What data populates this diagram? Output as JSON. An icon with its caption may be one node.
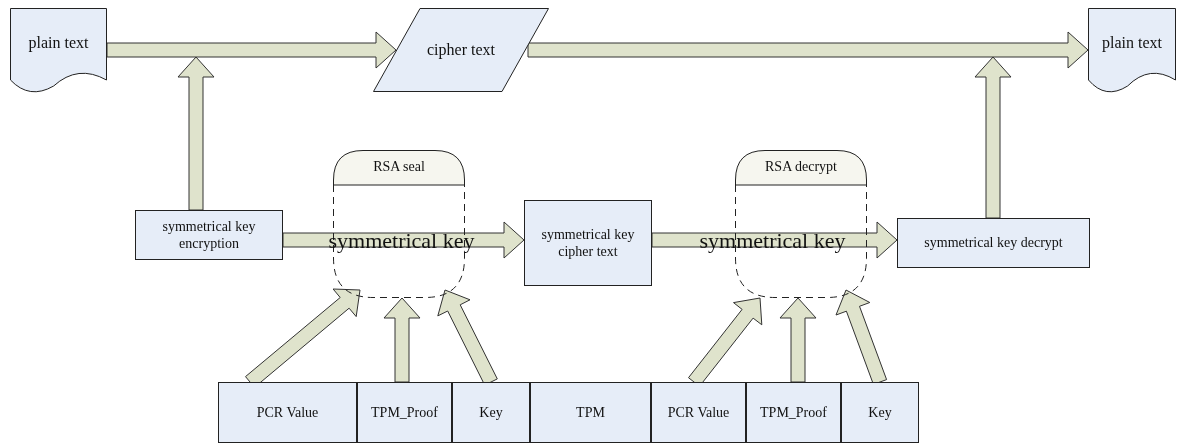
{
  "diagram": {
    "nodes": [
      {
        "text": [
          "plain text"
        ]
      },
      {
        "text": [
          "cipher text"
        ]
      },
      {
        "text": [
          "plain text"
        ]
      },
      {
        "text": [
          "RSA seal"
        ]
      },
      {
        "text": [
          "symmetrical key encryption"
        ]
      },
      {
        "text": [
          "symmetrical key cipher text"
        ]
      },
      {
        "text": [
          "RSA decrypt"
        ]
      },
      {
        "text": [
          "symmetrical key decrypt"
        ]
      },
      {
        "text": [
          "PCR Value"
        ]
      },
      {
        "text": [
          "TPM_Proof"
        ]
      },
      {
        "text": [
          "Key"
        ]
      },
      {
        "text": [
          "TPM"
        ]
      },
      {
        "text": [
          "PCR Value"
        ]
      },
      {
        "text": [
          "TPM_Proof"
        ]
      },
      {
        "text": [
          "Key"
        ]
      }
    ],
    "edges": [
      {
        "from": 0,
        "to": 1,
        "arrow": "to"
      },
      {
        "from": 4,
        "to": null,
        "arrow": "to"
      },
      {
        "from": 1,
        "to": 2,
        "arrow": "to"
      },
      {
        "from": 7,
        "to": null,
        "arrow": "to"
      },
      {
        "from": 4,
        "to": 5,
        "arrow": "to",
        "label": "symmetrical key"
      },
      {
        "from": 5,
        "to": 7,
        "arrow": "to",
        "label": "symmetrical key"
      },
      {
        "from": 8,
        "to": 3,
        "arrow": "to"
      },
      {
        "from": 9,
        "to": 3,
        "arrow": "to"
      },
      {
        "from": 10,
        "to": 3,
        "arrow": "to"
      },
      {
        "from": 12,
        "to": 6,
        "arrow": "to"
      },
      {
        "from": 13,
        "to": 6,
        "arrow": "to"
      },
      {
        "from": 14,
        "to": 6,
        "arrow": "to"
      }
    ]
  }
}
